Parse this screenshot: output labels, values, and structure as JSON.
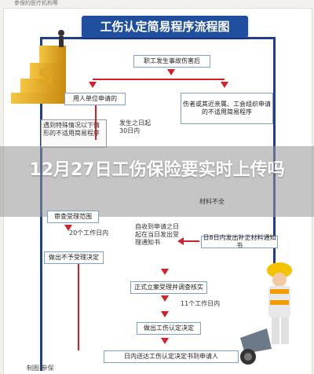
{
  "top_strip_text": "参保的医疗机构等",
  "flow_title": "工伤认定简易程序流程图",
  "headline": "12月27日工伤保险要实时上传吗",
  "boxes": {
    "accident": "职工发生事故伤害后",
    "employer_apply": "用人单位申请的",
    "worker_apply": "伤者或其近亲属、工会组织申请的不适用简易程序",
    "material_incomplete": "材料不全",
    "review_scope": "审查受理范围",
    "not_accepted": "做出不予受理决定",
    "supplement": "日8日内发出补正材料通知书",
    "accept_investigate": "正式立案受理并调查核实",
    "decide": "做出工伤认定决定",
    "deliver": "日内送达工伤认定决定书到申请人"
  },
  "notes": {
    "hint_left": "遇到特殊情况以下情形的不适用简易程序",
    "within_30": "发生之日起30日内",
    "work_20": "20个工作日内",
    "self_review": "自收到申请之日起在当日发出受理通知书",
    "work_11": "11个工作日内",
    "bottom_footer": "制图 参保"
  },
  "colors": {
    "title_bg": "#1f4f9e",
    "arrow": "#d4202a",
    "line": "#1f3f8e"
  }
}
